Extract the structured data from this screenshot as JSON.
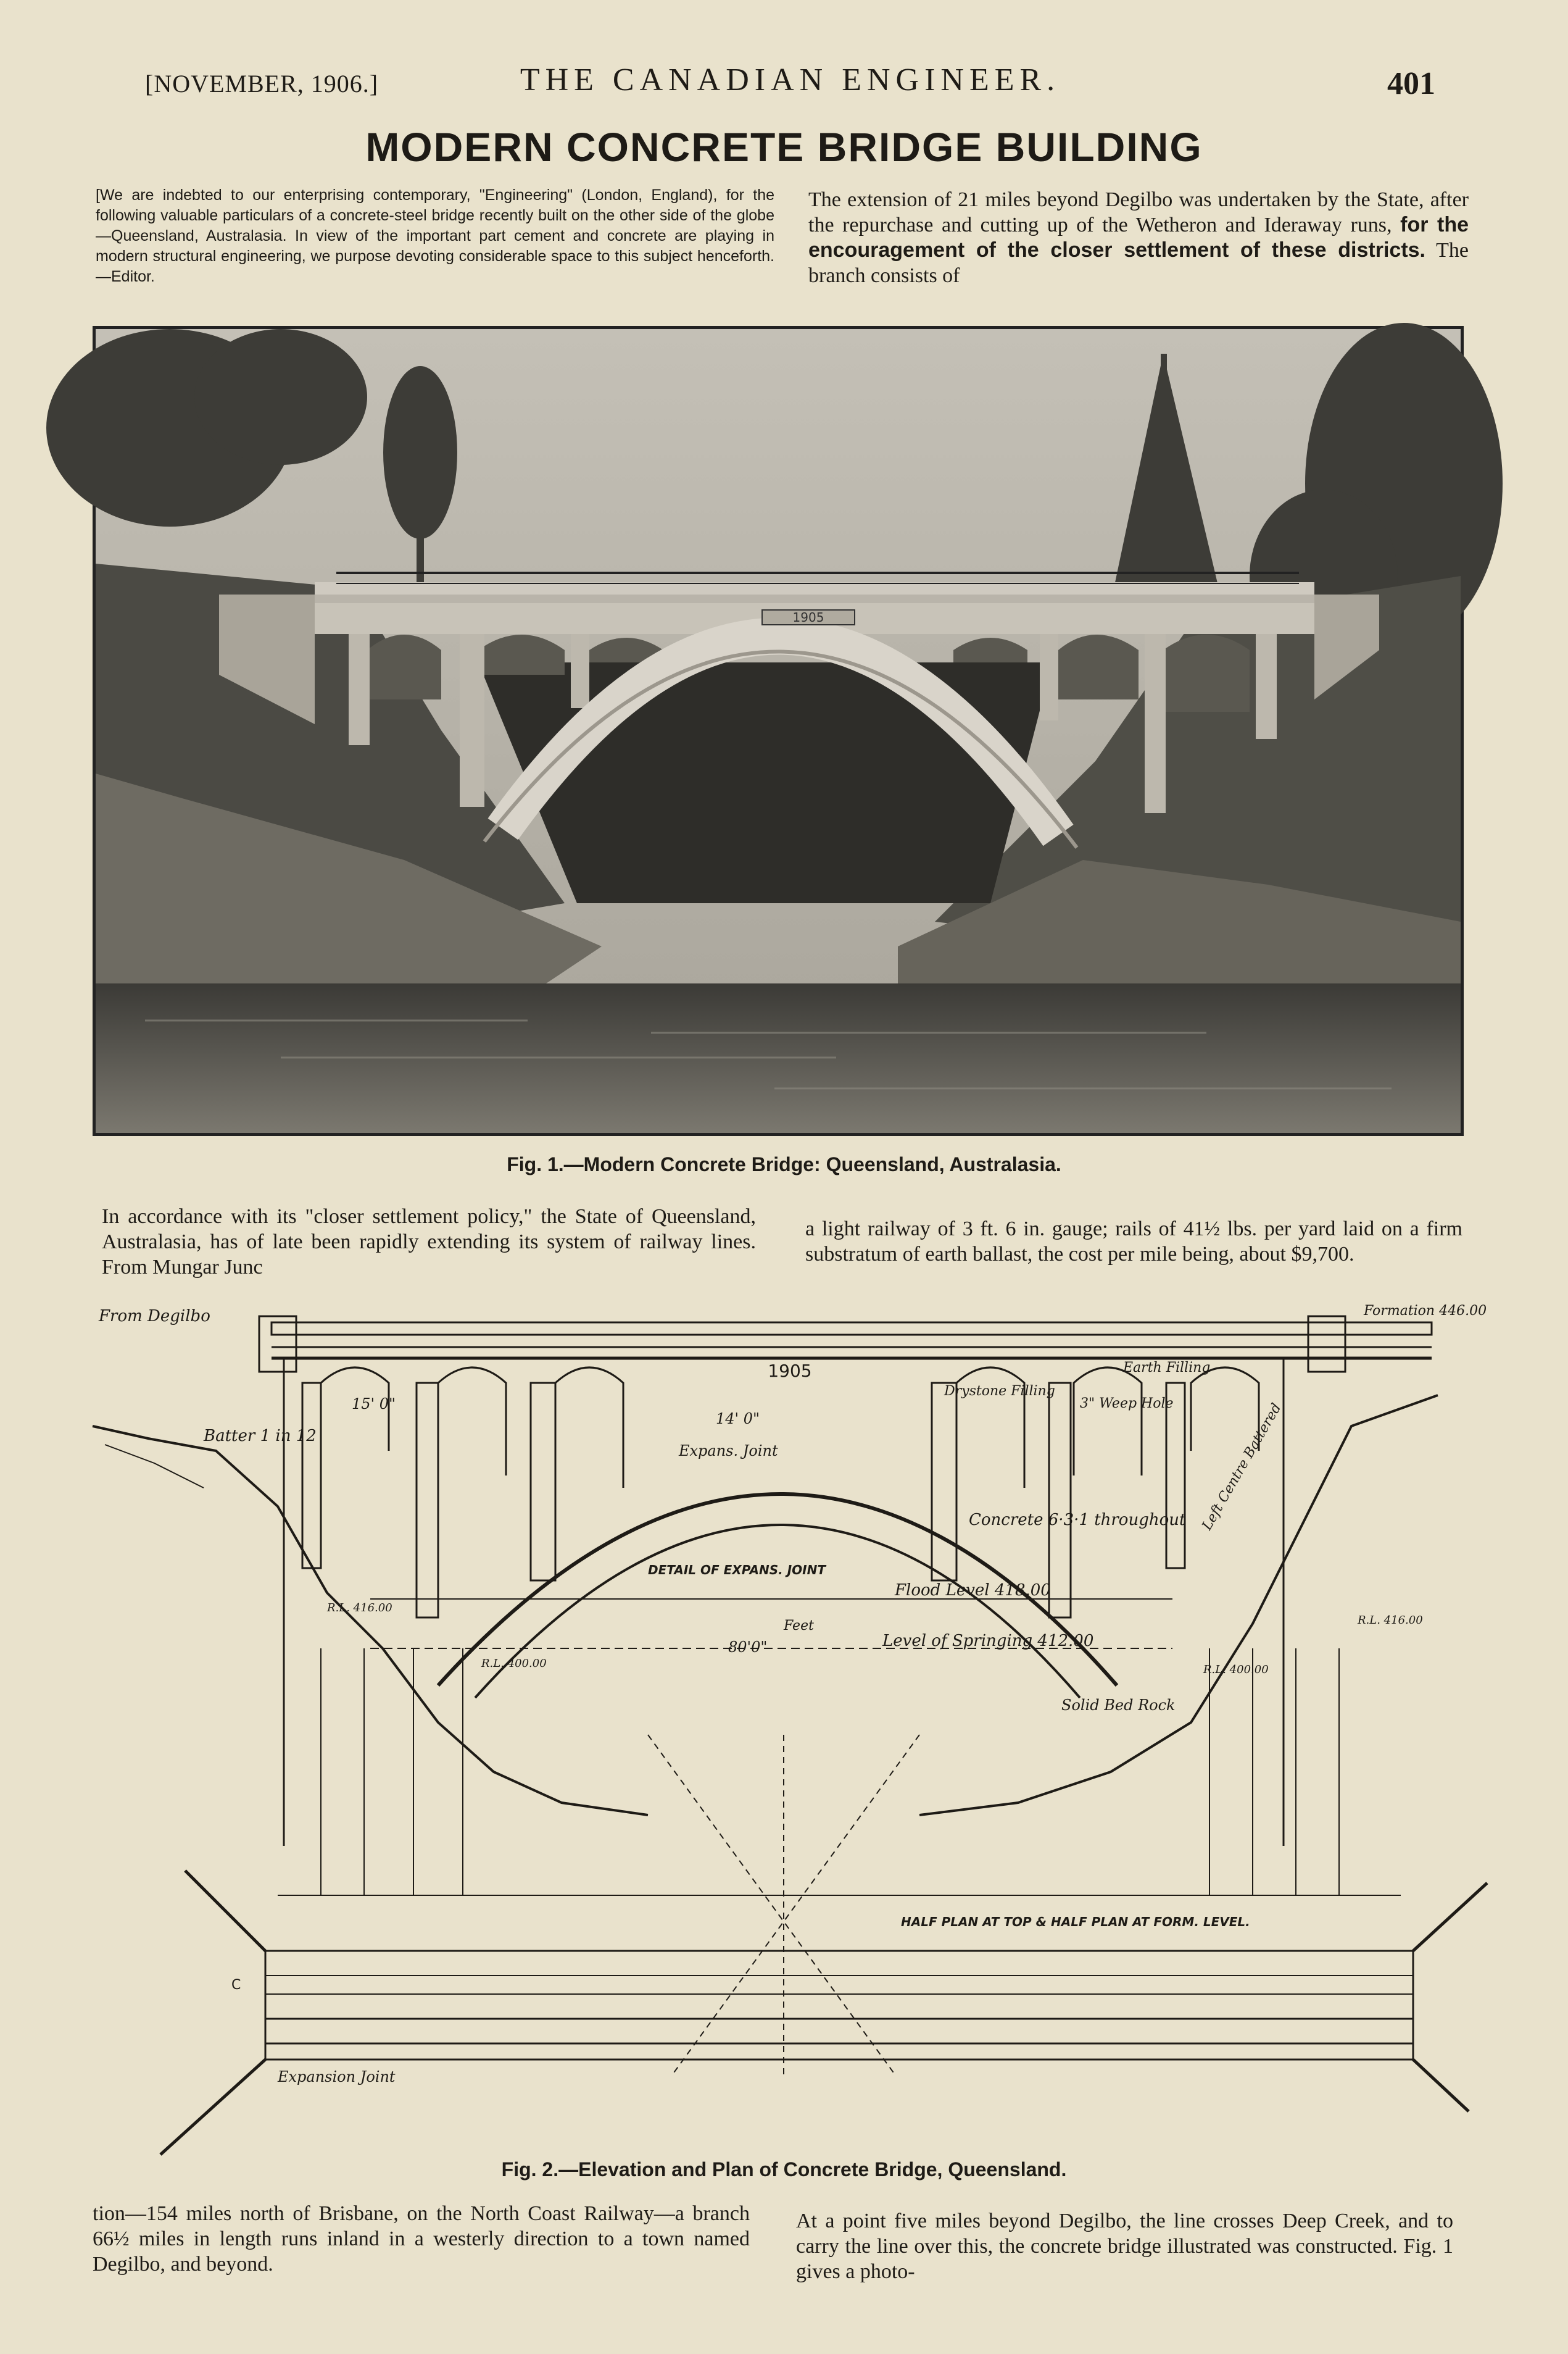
{
  "header": {
    "date": "[NOVEMBER, 1906.]",
    "journal": "THE CANADIAN ENGINEER.",
    "page_number": "401"
  },
  "article": {
    "title": "MODERN CONCRETE BRIDGE BUILDING",
    "editor_note": "[We are indebted to our enterprising contemporary, \"Engineering\" (London, England), for the following valuable particulars of a concrete-steel bridge recently built on the other side of the globe—Queensland, Australasia. In view of the important part cement and concrete are playing in modern structural engineering, we purpose devoting considerable space to this subject henceforth.—Editor.",
    "intro_right_a": "The extension of 21 miles beyond Degilbo was undertaken by the State, after the repurchase and cutting up of the Wetheron and Ideraway runs,",
    "intro_right_bold": "for the encouragement of the closer settlement of these districts.",
    "intro_right_b": "The branch consists of",
    "para1_left": "In accordance with its \"closer settlement policy,\" the State of Queensland, Australasia, has of late been rapidly extending its system of railway lines. From Mungar Junc",
    "para1_right": "a light railway of 3 ft. 6 in. gauge; rails of 41½ lbs. per yard laid on a firm substratum of earth ballast, the cost per mile being, about $9,700.",
    "para2_left": "tion—154 miles north of Brisbane, on the North Coast Railway—a branch 66½ miles in length runs inland in a westerly direction to a town named Degilbo, and beyond.",
    "para2_right": "At a point five miles beyond Degilbo, the line crosses Deep Creek, and to carry the line over this, the concrete bridge illustrated was constructed. Fig. 1 gives a photo-"
  },
  "figures": {
    "fig1_caption": "Fig. 1.—Modern Concrete Bridge: Queensland, Australasia.",
    "fig1_date_plate": "1905",
    "fig2_caption": "Fig. 2.—Elevation and Plan of Concrete Bridge, Queensland."
  },
  "drawing_labels": {
    "from_degilbo": "From Degilbo",
    "batter": "Batter 1 in 12",
    "formation": "Formation 446.00",
    "date_plate": "1905",
    "earth_filling": "Earth Filling",
    "drystone": "Drystone Filling",
    "weep_hole": "3\" Weep Hole",
    "expansion_joint": "Expans. Joint",
    "concrete": "Concrete 6·3·1 throughout",
    "detail": "DETAIL OF EXPANS. JOINT",
    "flood": "Flood Level 418.00",
    "springing": "Level of Springing 412.00",
    "rl_left": "R.L. 416.00",
    "rl_right": "R.L. 416.00",
    "rl_low": "R.L. 400.00",
    "rl_low2": "R.L. 400.00",
    "solid_rock": "Solid Bed Rock",
    "left_centre": "Left Centre Battered",
    "span_80": "80'0\"",
    "half_plan": "HALF PLAN AT TOP & HALF PLAN AT FORM. LEVEL.",
    "expansion_plan": "Expansion Joint",
    "section_c": "C",
    "dim_15": "15' 0\"",
    "dim_14": "14' 0\"",
    "scale_feet": "Feet"
  }
}
